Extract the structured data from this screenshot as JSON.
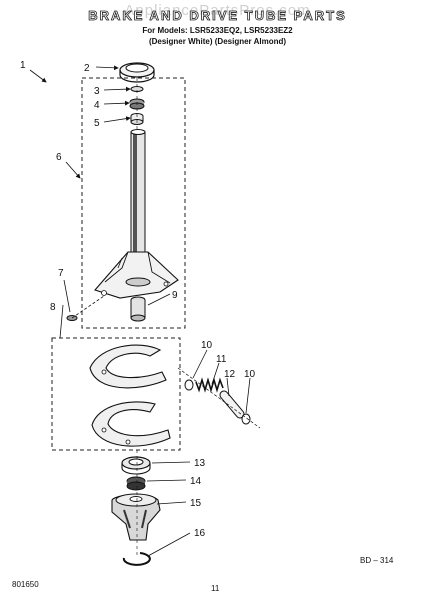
{
  "header": {
    "title": "BRAKE AND DRIVE TUBE PARTS",
    "watermark": "AppliancePartsPros.com",
    "models": "For Models: LSR5233EQ2, LSR5233EZ2",
    "variants": "(Designer White)  (Designer Almond)"
  },
  "callouts": {
    "c1": "1",
    "c2": "2",
    "c3": "3",
    "c4": "4",
    "c5": "5",
    "c6": "6",
    "c7": "7",
    "c8": "8",
    "c9": "9",
    "c10a": "10",
    "c11": "11",
    "c12": "12",
    "c10b": "10",
    "c13": "13",
    "c14": "14",
    "c15": "15",
    "c16": "16"
  },
  "footer": {
    "code": "BD – 314",
    "doc_number": "801650",
    "page": "11"
  }
}
